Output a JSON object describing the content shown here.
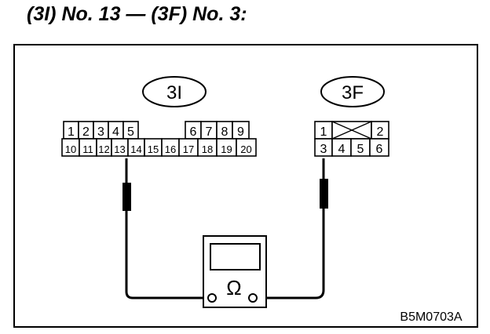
{
  "heading": "(3I) No. 13 — (3F) No. 3:",
  "connector_a": {
    "label": "3I",
    "row1": [
      "1",
      "2",
      "3",
      "4",
      "5",
      "",
      "6",
      "7",
      "8",
      "9"
    ],
    "row2": [
      "10",
      "11",
      "12",
      "13",
      "14",
      "15",
      "16",
      "17",
      "18",
      "19",
      "20"
    ]
  },
  "connector_b": {
    "label": "3F",
    "row1": [
      "1",
      "",
      "2"
    ],
    "row2": [
      "3",
      "4",
      "5",
      "6"
    ]
  },
  "meter": {
    "symbol": "Ω",
    "icon": "ohmmeter-icon"
  },
  "figure_code": "B5M0703A"
}
